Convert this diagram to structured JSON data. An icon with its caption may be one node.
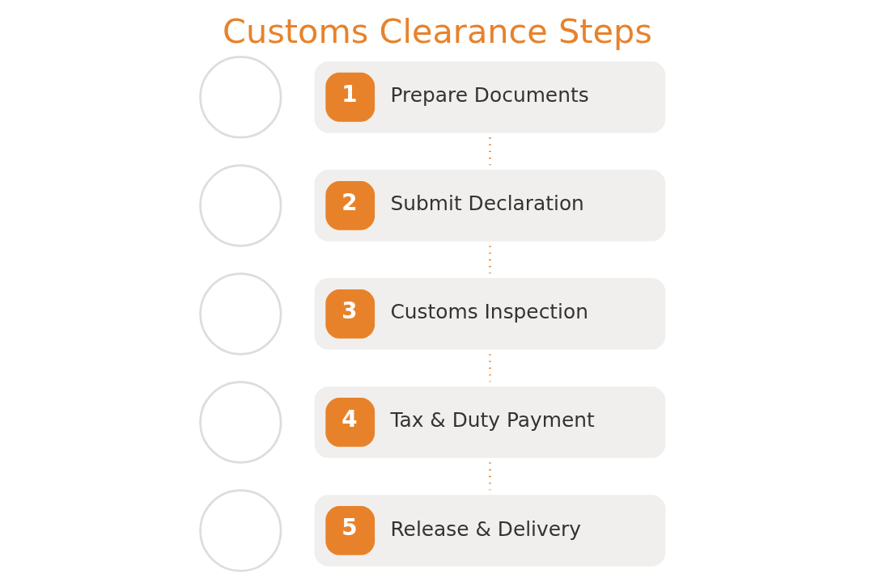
{
  "diagram": {
    "title": "Customs Clearance Steps",
    "nodes": [
      {
        "text": [],
        "shape": "circle"
      },
      {
        "text": [
          "1",
          "Prepare Documents"
        ]
      },
      {
        "text": [],
        "shape": "circle"
      },
      {
        "text": [
          "2",
          "Submit Declaration"
        ]
      },
      {
        "text": [],
        "shape": "circle"
      },
      {
        "text": [
          "3",
          "Customs Inspection"
        ]
      },
      {
        "text": [],
        "shape": "circle"
      },
      {
        "text": [
          "4",
          "Tax & Duty Payment"
        ]
      },
      {
        "text": [],
        "shape": "circle"
      },
      {
        "text": [
          "5",
          "Release & Delivery"
        ]
      }
    ],
    "edges": [
      {
        "from": 1,
        "to": 3,
        "arrow": "none",
        "style": "dashed"
      },
      {
        "from": 3,
        "to": 5,
        "arrow": "none",
        "style": "dashed"
      },
      {
        "from": 5,
        "to": 7,
        "arrow": "none",
        "style": "dashed"
      },
      {
        "from": 7,
        "to": 9,
        "arrow": "none",
        "style": "dashed"
      }
    ]
  }
}
